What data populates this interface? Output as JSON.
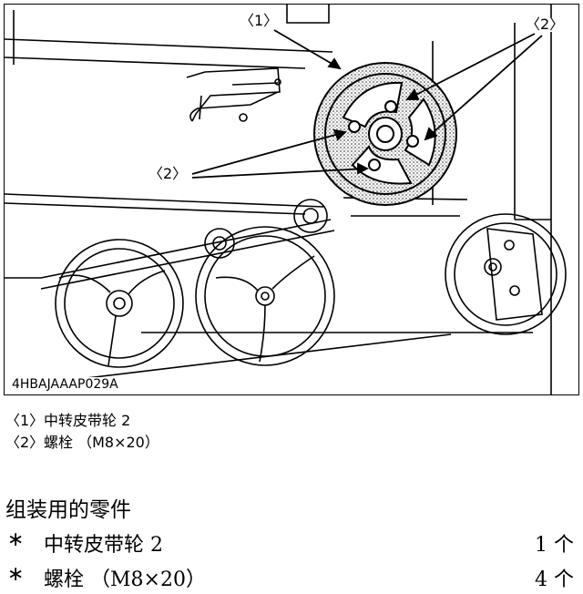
{
  "figure": {
    "code": "4HBAJAAAP029A",
    "callouts": {
      "one": "〈1〉",
      "two_top": "〈2〉",
      "two_left": "〈2〉"
    }
  },
  "legend": [
    {
      "num": "〈1〉",
      "text": "中转皮带轮 2"
    },
    {
      "num": "〈2〉",
      "text": "螺栓 （M8×20）"
    }
  ],
  "parts": {
    "title": "组装用的零件",
    "items": [
      {
        "star": "∗",
        "name": "中转皮带轮 2",
        "qty": "1 个"
      },
      {
        "star": "∗",
        "name": "螺栓 （M8×20）",
        "qty": "4 个"
      }
    ]
  }
}
